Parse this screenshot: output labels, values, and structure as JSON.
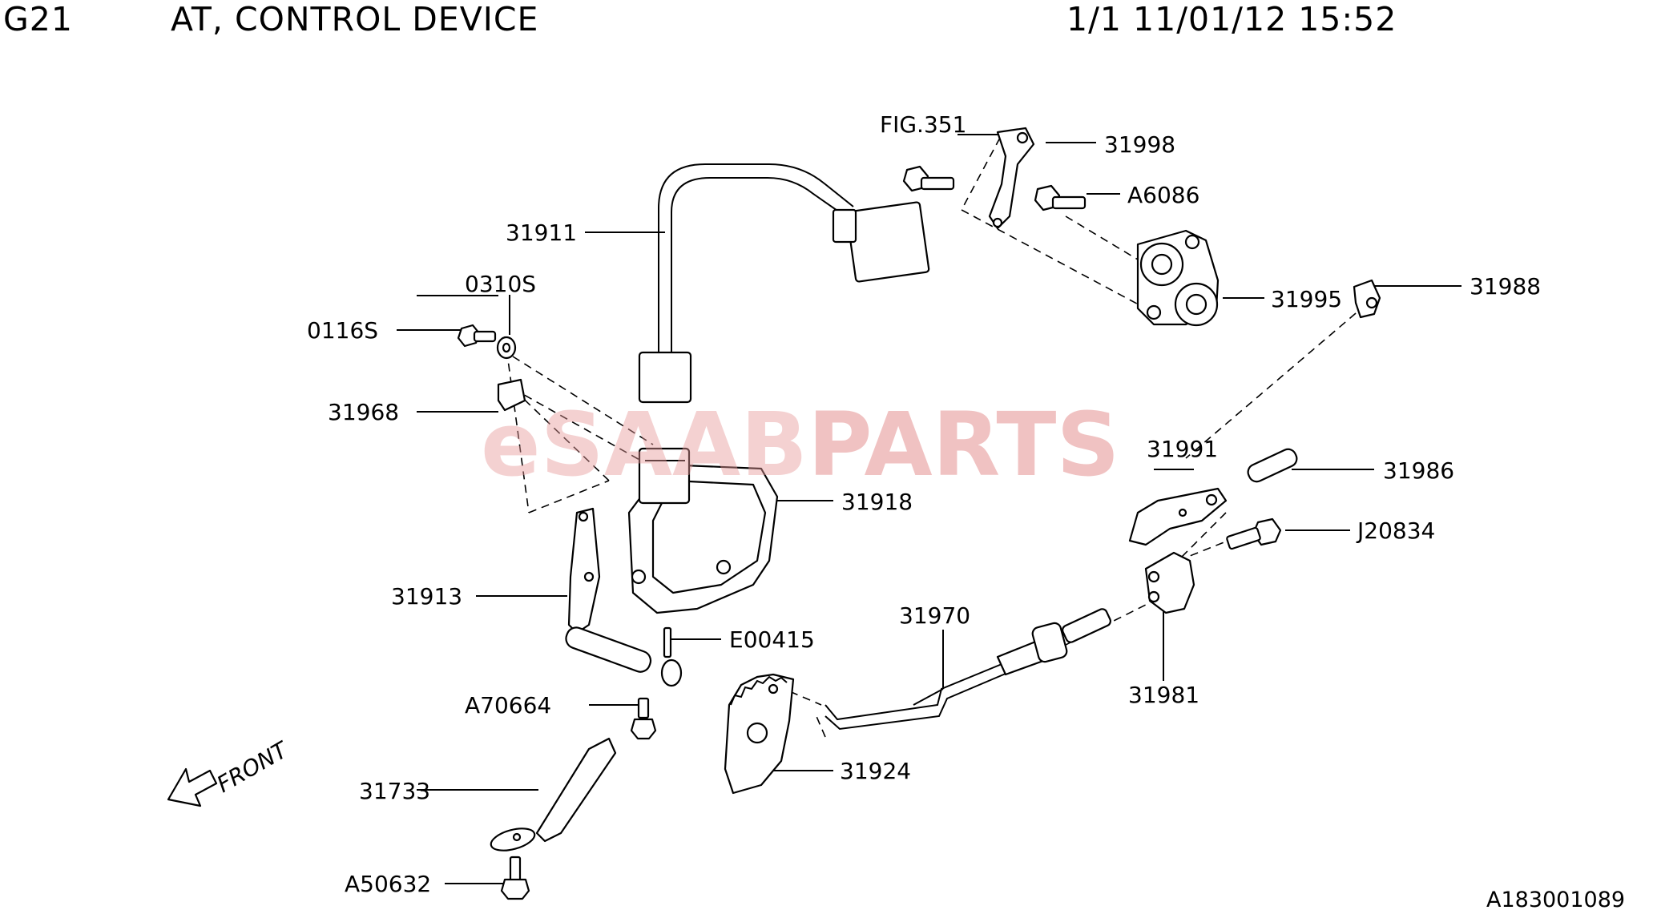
{
  "header": {
    "code": "G21",
    "title": "AT, CONTROL DEVICE",
    "page_info": "1/1 11/01/12 15:52"
  },
  "watermark": {
    "part1": "eSAAB",
    "part2": "PARTS",
    "color1": "#e79a9a",
    "color2": "#e07a7a"
  },
  "labels": {
    "fig351": "FIG.351",
    "p31998": "31998",
    "a6086": "A6086",
    "p31911": "31911",
    "p31995": "31995",
    "p0310s": "0310S",
    "p0116s": "0116S",
    "p31968": "31968",
    "p31918": "31918",
    "p31988": "31988",
    "p31991": "31991",
    "p31986": "31986",
    "j20834": "J20834",
    "p31913": "31913",
    "p31970": "31970",
    "e00415": "E00415",
    "a70664": "A70664",
    "p31981": "31981",
    "p31924": "31924",
    "p31733": "31733",
    "a50632": "A50632",
    "front": "FRONT"
  },
  "reference": "A183001089"
}
